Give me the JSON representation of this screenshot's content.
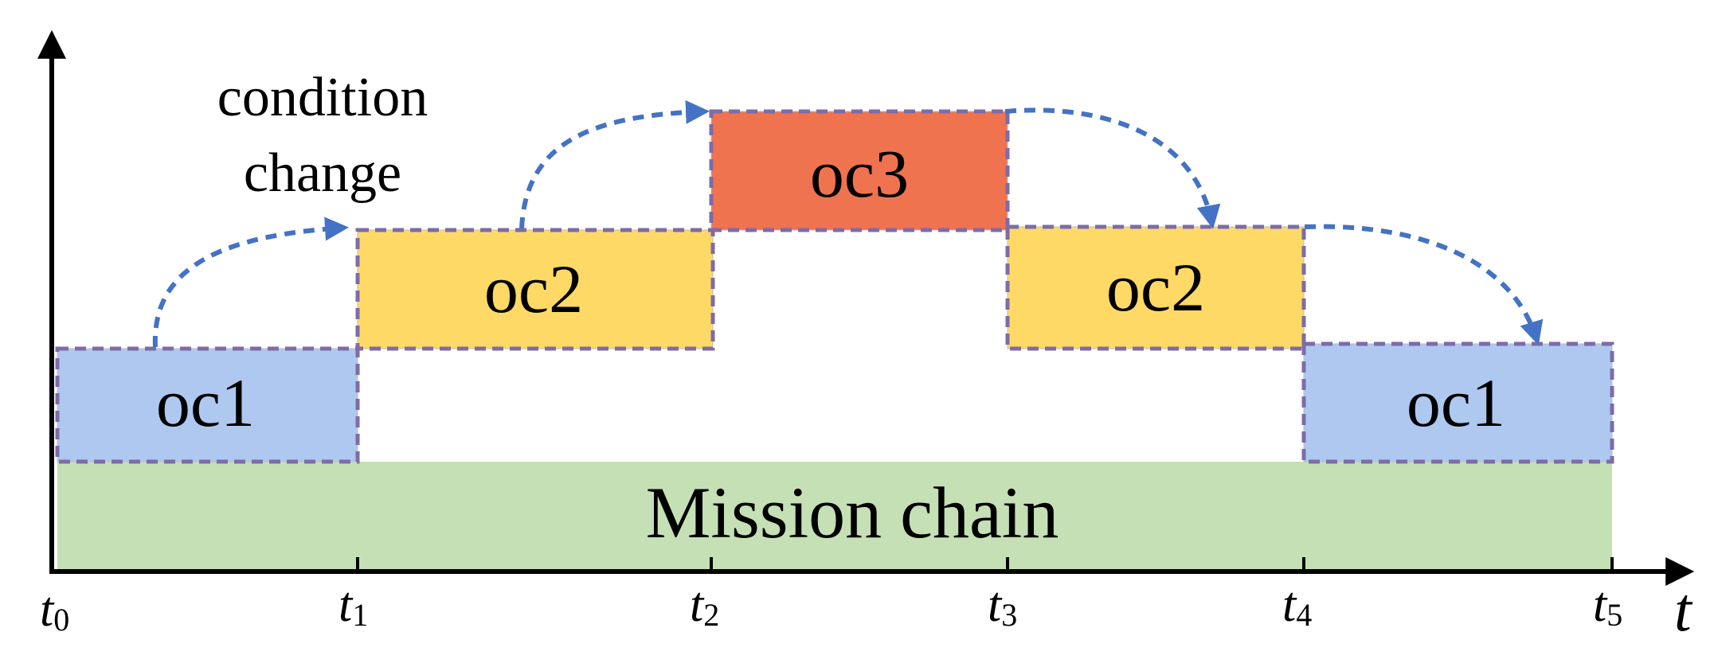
{
  "annotation": {
    "line1": "condition",
    "line2": "change"
  },
  "blocks": [
    {
      "id": "oc1-a",
      "label": "oc1",
      "color": "#AEC8F0"
    },
    {
      "id": "oc2-a",
      "label": "oc2",
      "color": "#FFD966"
    },
    {
      "id": "oc3",
      "label": "oc3",
      "color": "#F07350"
    },
    {
      "id": "oc2-b",
      "label": "oc2",
      "color": "#FFD966"
    },
    {
      "id": "oc1-b",
      "label": "oc1",
      "color": "#AEC8F0"
    }
  ],
  "mission_chain": {
    "label": "Mission chain",
    "color": "#C5E0B4"
  },
  "time_ticks": [
    {
      "base": "t",
      "sub": "0"
    },
    {
      "base": "t",
      "sub": "1"
    },
    {
      "base": "t",
      "sub": "2"
    },
    {
      "base": "t",
      "sub": "3"
    },
    {
      "base": "t",
      "sub": "4"
    },
    {
      "base": "t",
      "sub": "5"
    }
  ],
  "axis": {
    "x_label": "t"
  },
  "colors": {
    "dashed_outline": "#7E6BA8",
    "arrow": "#4472C4",
    "axis": "#000000"
  }
}
